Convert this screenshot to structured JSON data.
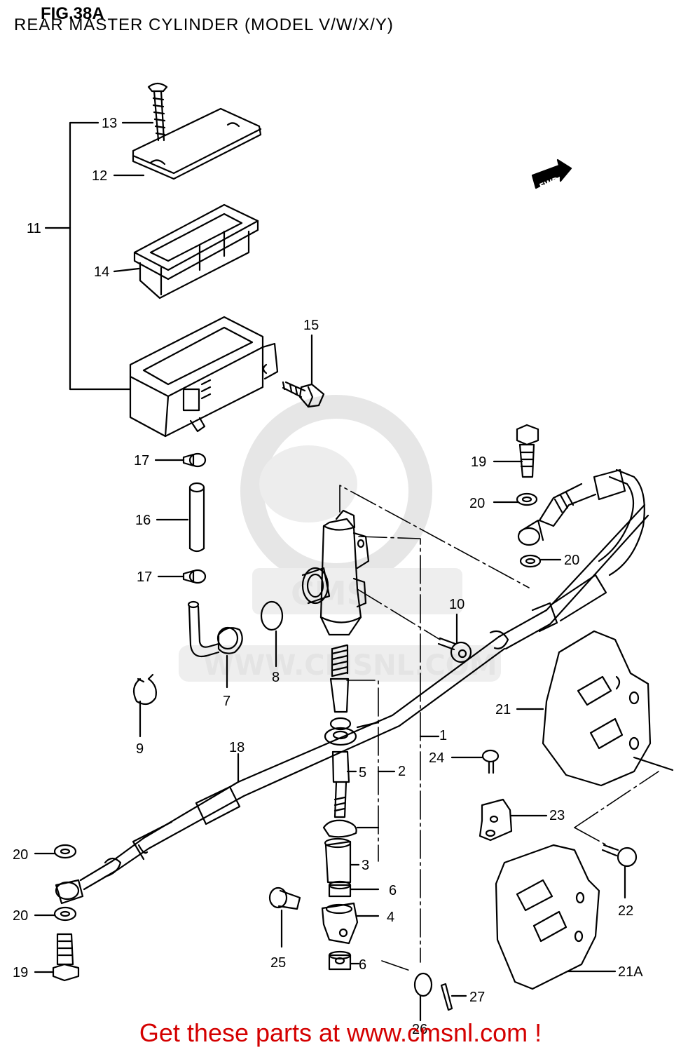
{
  "figure": {
    "number": "FIG.38A",
    "title": "REAR MASTER CYLINDER (MODEL V/W/X/Y)"
  },
  "direction_marker": "FWD",
  "watermark": {
    "brand": "CMS",
    "url": "WWW.CMSNL.COM"
  },
  "part_labels": [
    "1",
    "2",
    "3",
    "4",
    "5",
    "6",
    "6",
    "7",
    "8",
    "9",
    "10",
    "11",
    "12",
    "13",
    "14",
    "15",
    "16",
    "17",
    "17",
    "18",
    "19",
    "19",
    "20",
    "20",
    "20",
    "20",
    "21",
    "21A",
    "22",
    "23",
    "24",
    "25",
    "26",
    "27"
  ],
  "footer": {
    "text": "Get these parts at www.cmsnl.com !"
  }
}
